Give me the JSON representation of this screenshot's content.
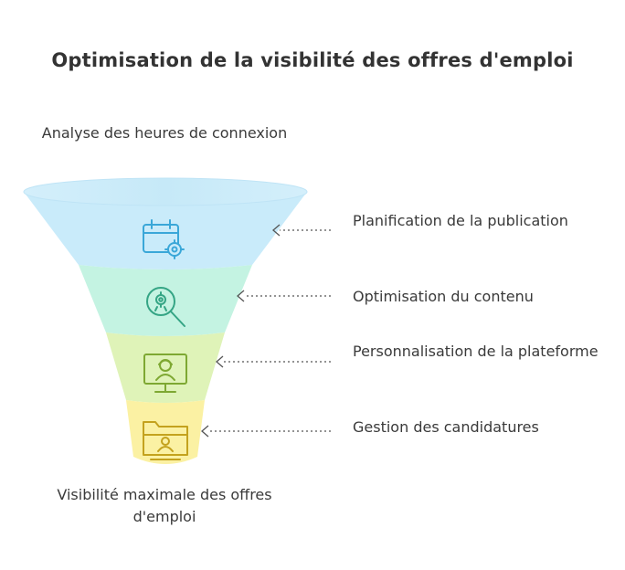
{
  "title": "Optimisation de la visibilité des offres d'emploi",
  "funnel": {
    "top_label": "Analyse des heures de connexion",
    "bottom_label": "Visibilité maximale des offres d'emploi"
  },
  "steps": [
    {
      "label": "Planification de la publication",
      "icon": "calendar-gear-icon",
      "color": "#4fb3de",
      "fill": "#c9ebfa"
    },
    {
      "label": "Optimisation du contenu",
      "icon": "magnifier-gear-icon",
      "color": "#3fae8f",
      "fill": "#c4f3e2"
    },
    {
      "label": "Personnalisation de la plateforme",
      "icon": "monitor-person-icon",
      "color": "#8bb83a",
      "fill": "#dff3b8"
    },
    {
      "label": "Gestion des candidatures",
      "icon": "folder-person-icon",
      "color": "#c9a821",
      "fill": "#fbf1a3"
    }
  ]
}
